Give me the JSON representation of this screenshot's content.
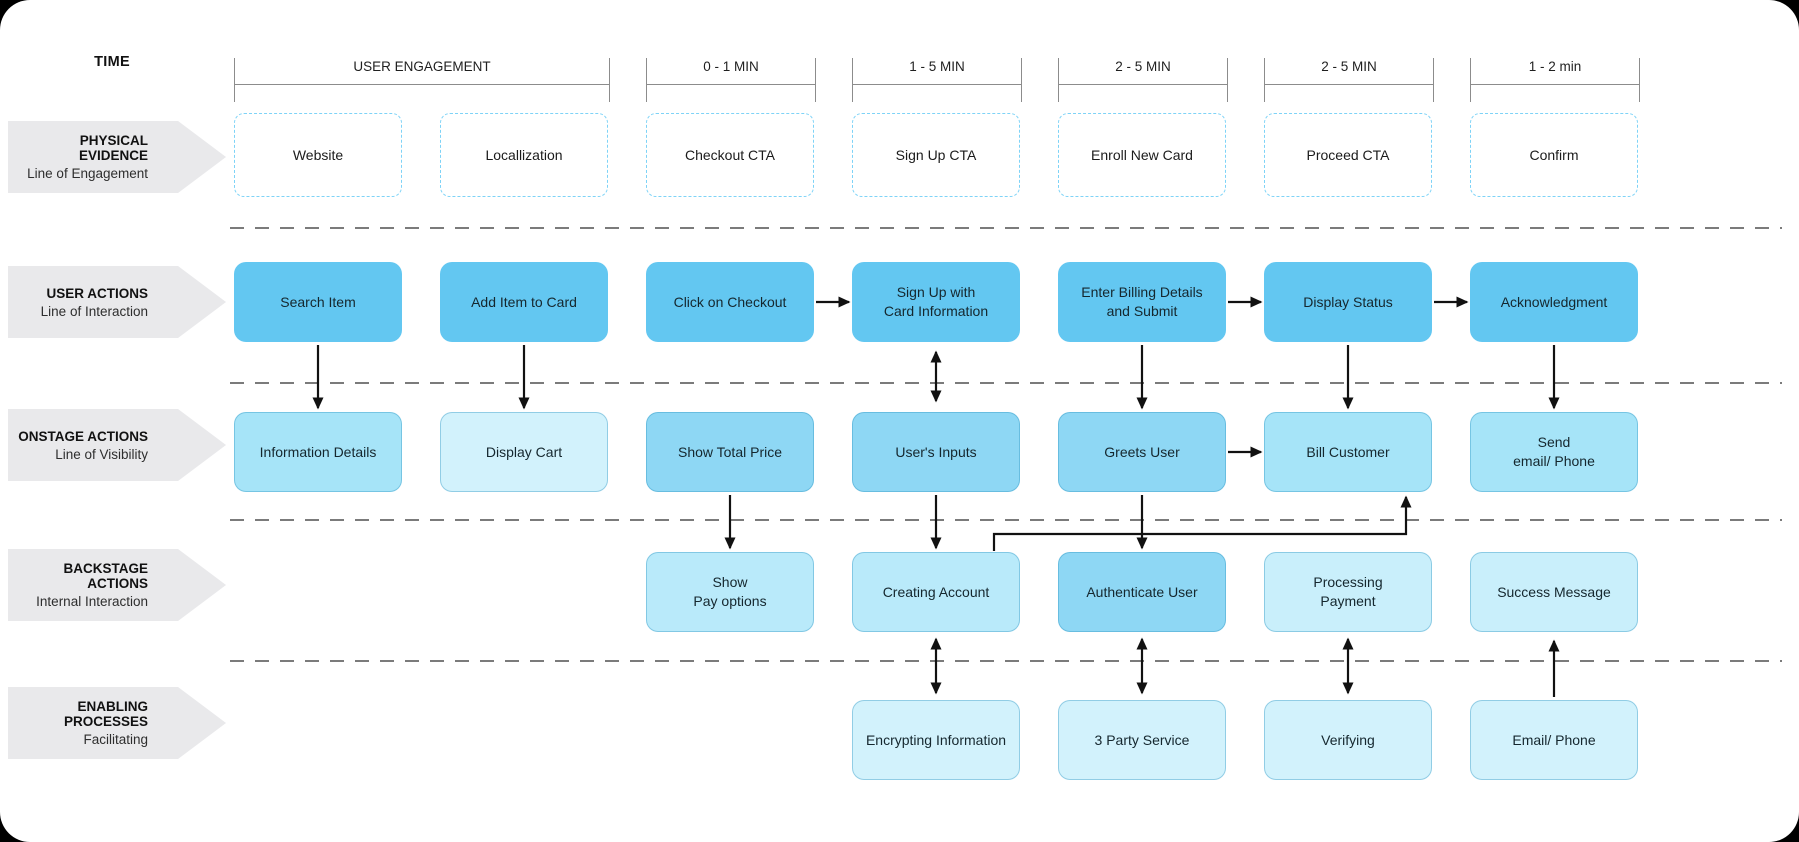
{
  "header": {
    "time_label": "TIME",
    "brackets": [
      "USER ENGAGEMENT",
      "0 - 1 MIN",
      "1 - 5 MIN",
      "2 - 5 MIN",
      "2 - 5 MIN",
      "1 - 2 min"
    ]
  },
  "lanes": [
    {
      "title": "PHYSICAL EVIDENCE",
      "subtitle": "Line of Engagement"
    },
    {
      "title": "USER ACTIONS",
      "subtitle": "Line of Interaction"
    },
    {
      "title": "ONSTAGE ACTIONS",
      "subtitle": "Line of Visibility"
    },
    {
      "title": "BACKSTAGE ACTIONS",
      "subtitle": "Internal Interaction"
    },
    {
      "title": "ENABLING PROCESSES",
      "subtitle": "Facilitating"
    }
  ],
  "rows": {
    "physical": [
      {
        "label": "Website"
      },
      {
        "label": "Locallization"
      },
      {
        "label": "Checkout CTA"
      },
      {
        "label": "Sign Up CTA"
      },
      {
        "label": "Enroll New Card"
      },
      {
        "label": "Proceed CTA"
      },
      {
        "label": "Confirm"
      }
    ],
    "user": [
      {
        "label": "Search Item",
        "fill": "#63C7F1"
      },
      {
        "label": "Add Item to Card",
        "fill": "#63C7F1"
      },
      {
        "label": "Click on Checkout",
        "fill": "#63C7F1"
      },
      {
        "label": "Sign Up with\nCard Information",
        "fill": "#63C7F1"
      },
      {
        "label": "Enter Billing Details\nand Submit",
        "fill": "#63C7F1"
      },
      {
        "label": "Display Status",
        "fill": "#63C7F1"
      },
      {
        "label": "Acknowledgment",
        "fill": "#63C7F1"
      }
    ],
    "onstage": [
      {
        "label": "Information Details",
        "fill": "#A6E4F8"
      },
      {
        "label": "Display Cart",
        "fill": "#D2F2FC"
      },
      {
        "label": "Show Total Price",
        "fill": "#8ED7F4"
      },
      {
        "label": "User's Inputs",
        "fill": "#8ED7F4"
      },
      {
        "label": "Greets User",
        "fill": "#8ED7F4"
      },
      {
        "label": "Bill Customer",
        "fill": "#A6E4F8"
      },
      {
        "label": "Send\nemail/ Phone",
        "fill": "#A6E4F8"
      }
    ],
    "backstage": [
      {
        "label": "Show\nPay options",
        "fill": "#B9EAFA"
      },
      {
        "label": "Creating Account",
        "fill": "#B9EAFA"
      },
      {
        "label": "Authenticate User",
        "fill": "#8ED7F4"
      },
      {
        "label": "Processing\nPayment",
        "fill": "#C9EFFB"
      },
      {
        "label": "Success Message",
        "fill": "#C9EFFB"
      }
    ],
    "enabling": [
      {
        "label": "Encrypting Information",
        "fill": "#D2F2FC"
      },
      {
        "label": "3 Party Service",
        "fill": "#D2F2FC"
      },
      {
        "label": "Verifying",
        "fill": "#D2F2FC"
      },
      {
        "label": "Email/ Phone",
        "fill": "#D2F2FC"
      }
    ]
  },
  "colors": {
    "user_action_fill": "#63C7F1",
    "onstage_medium_fill": "#8ED7F4",
    "onstage_soft_fill": "#A6E4F8",
    "backstage_light_fill": "#B9EAFA",
    "lightest_fill": "#D2F2FC",
    "dashed_box_border": "#7ED3F7",
    "lane_label_bg": "#E9E9EB",
    "separator": "#7B7B7B",
    "arrow": "#111111",
    "canvas_bg": "#FFFFFF",
    "page_bg": "#000000"
  }
}
